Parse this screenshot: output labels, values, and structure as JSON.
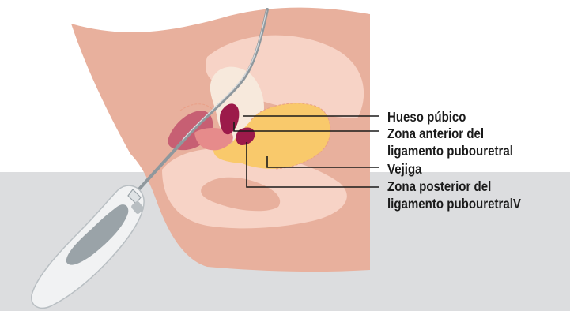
{
  "labels": {
    "hueso_pubico": "Hueso púbico",
    "zona_anterior_l1": "Zona anterior del",
    "zona_anterior_l2": "ligamento pubouretral",
    "vejiga": "Vejiga",
    "zona_posterior_l1": "Zona posterior del",
    "zona_posterior_l2": "ligamento pubouretralV"
  },
  "colors": {
    "background": "#ffffff",
    "floor": "#dcdddf",
    "body": "#e8b09d",
    "tissue_light": "#f7d3c6",
    "bone": "#f7e9dc",
    "bladder": "#f9c96b",
    "ligament": "#9c1a4a",
    "opening": "#c75f73",
    "instrument": "#9aa3a8"
  },
  "icons": {
    "instrument": "surgical-needle-instrument-icon"
  }
}
